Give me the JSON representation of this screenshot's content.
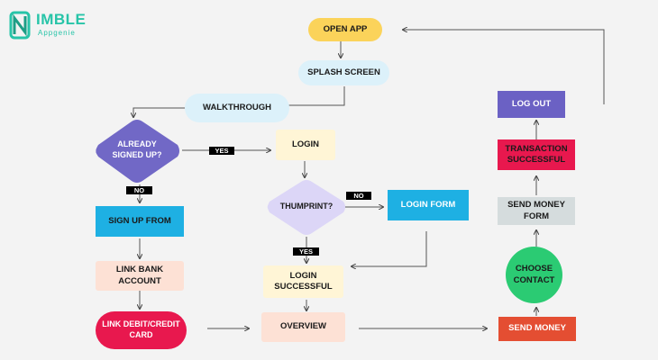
{
  "logo": {
    "word": "IMBLE",
    "sub": "Appgenie"
  },
  "nodes": {
    "open_app": "OPEN APP",
    "splash_screen": "SPLASH SCREEN",
    "walkthrough": "WALKTHROUGH",
    "already_signed_up": "ALREADY SIGNED UP?",
    "login": "LOGIN",
    "thumbprint": "THUMPRINT?",
    "login_form": "LOGIN FORM",
    "sign_up_from": "SIGN UP FROM",
    "link_bank_account": "LINK BANK ACCOUNT",
    "link_debit_credit_card": "LINK DEBIT/CREDIT CARD",
    "login_successful": "LOGIN SUCCESSFUL",
    "overview": "OVERVIEW",
    "send_money": "SEND MONEY",
    "choose_contact": "CHOOSE CONTACT",
    "send_money_form": "SEND MONEY FORM",
    "transaction_successful": "TRANSACTION SUCCESSFUL",
    "log_out": "LOG OUT"
  },
  "labels": {
    "signed_yes": "YES",
    "signed_no": "NO",
    "thumb_no": "NO",
    "thumb_yes": "YES"
  },
  "colors": {
    "open_app": "#fbd35a",
    "splash_screen": "#dcf1fa",
    "walkthrough": "#dcf1fa",
    "decision": "#7168c6",
    "login": "#fff5d6",
    "thumbprint": "#dcd6f7",
    "blue": "#1eb0e3",
    "peach": "#fde1d5",
    "red": "#e8184e",
    "cream": "#fff5d6",
    "send_money": "#e44e32",
    "green": "#2bcb73",
    "grey": "#d5dcdd",
    "purple": "#6b61c4",
    "brand": "#27c4a8"
  }
}
